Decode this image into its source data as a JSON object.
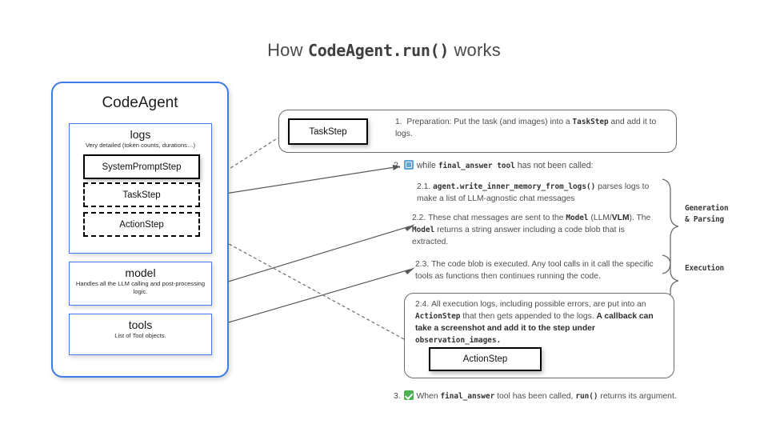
{
  "title": {
    "prefix": "How ",
    "code": "CodeAgent.run()",
    "suffix": " works"
  },
  "agent_panel": {
    "title": "CodeAgent",
    "logs": {
      "title": "logs",
      "subtitle": "Very detailed (token counts, durations…)",
      "steps": [
        {
          "label": "SystemPromptStep",
          "style": "solid"
        },
        {
          "label": "TaskStep",
          "style": "dashed"
        },
        {
          "label": "ActionStep",
          "style": "dashed"
        }
      ]
    },
    "model": {
      "title": "model",
      "subtitle": "Handles all the LLM calling and post-processing logic."
    },
    "tools": {
      "title": "tools",
      "subtitle": "List of Tool objects."
    }
  },
  "flow": {
    "taskstep_box_label": "TaskStep",
    "actionstep_box_label": "ActionStep",
    "step1": {
      "number": "1.",
      "text_a": "Preparation: Put the task (and images) into a ",
      "code_a": "TaskStep",
      "text_b": " and add it to logs."
    },
    "step2": {
      "number": "2.",
      "icon": "repeat-loop-icon",
      "text_a": "while ",
      "code_a": "final_answer tool",
      "text_b": " has not been called:"
    },
    "step21": {
      "number": "2.1.",
      "code_a": "agent.write_inner_memory_from_logs()",
      "text_a": " parses logs to make a list of LLM-agnostic chat messages"
    },
    "step22": {
      "number": "2.2.",
      "text_a": "These chat messages are sent to the ",
      "code_a": "Model",
      "text_b": " (LLM/",
      "bold_a": "VLM",
      "text_c": "). The ",
      "code_b": "Model",
      "text_d": " returns a string answer including a code blob that is extracted."
    },
    "step23": {
      "number": "2.3.",
      "text_a": "The code blob is executed. Any tool calls in it call the specific tools as functions then continues running the code."
    },
    "step24": {
      "number": "2.4.",
      "text_a": "All execution logs, including possible errors, are put into an ",
      "code_a": "ActionStep",
      "text_b": " that then gets appended to the logs. ",
      "bold_a": "A callback can  take a screenshot and add it to the step under ",
      "bold_code_a": "observation_images.",
      "text_c": ""
    },
    "step3": {
      "number": "3.",
      "icon": "green-check-icon",
      "text_a": "When ",
      "code_a": "final_answer",
      "text_b": " tool has been called, ",
      "code_b": "run()",
      "text_c": " returns its argument."
    }
  },
  "side_labels": {
    "generation": "Generation\n& Parsing",
    "generation_line1": "Generation",
    "generation_line2": "& Parsing",
    "execution": "Execution"
  },
  "colors": {
    "panel_blue": "#3f7ae5",
    "text_gray": "#4d4d4d",
    "loop_icon": "#5aa7d8",
    "check_icon": "#4caf50",
    "arrow": "#595959"
  }
}
